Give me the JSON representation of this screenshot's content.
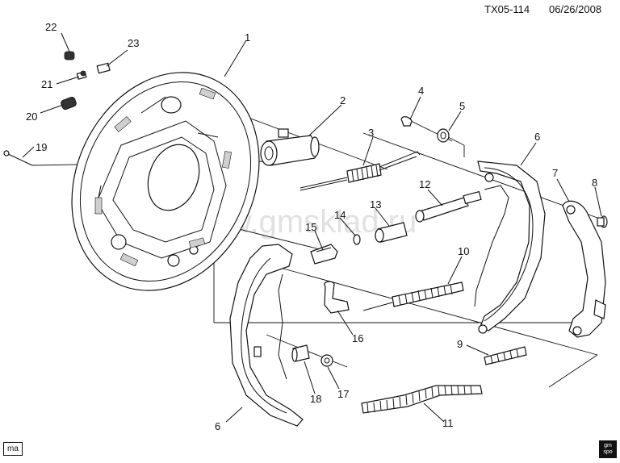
{
  "header": {
    "figure_id": "TX05-114",
    "date": "06/26/2008"
  },
  "watermark": "www.gmsklad.ru",
  "corner_label": "ma",
  "logo_text": "gm spo",
  "callouts": {
    "c1": "1",
    "c2": "2",
    "c3": "3",
    "c4": "4",
    "c5": "5",
    "c6a": "6",
    "c6b": "6",
    "c7": "7",
    "c8": "8",
    "c9": "9",
    "c10": "10",
    "c11": "11",
    "c12": "12",
    "c13": "13",
    "c14": "14",
    "c15": "15",
    "c16": "16",
    "c17": "17",
    "c18": "18",
    "c19": "19",
    "c20": "20",
    "c21": "21",
    "c22": "22",
    "c23": "23"
  }
}
